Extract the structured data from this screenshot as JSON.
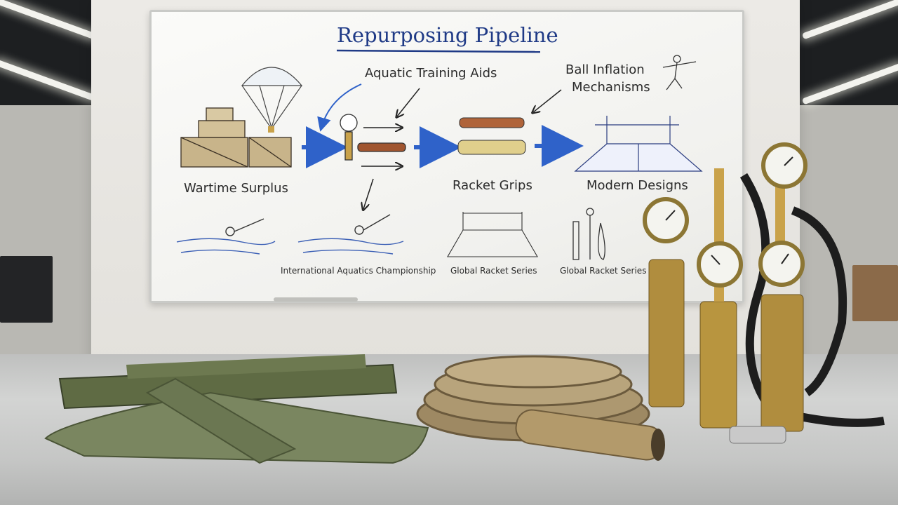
{
  "whiteboard": {
    "title": "Repurposing Pipeline",
    "labels": {
      "aquatic_training_aids": "Aquatic Training Aids",
      "ball_inflation_line1": "Ball Inflation",
      "ball_inflation_line2": "Mechanisms",
      "wartime_surplus": "Wartime Surplus",
      "racket_grips": "Racket Grips",
      "modern_designs": "Modern Designs"
    },
    "captions": {
      "aquatics": "International Aquatics Championship",
      "racket_series_1": "Global Racket Series",
      "racket_series_2": "Global Racket Series"
    }
  },
  "colors": {
    "arrow_blue": "#2f62c9",
    "title_blue": "#1f3a86",
    "olive": "#5f6b44",
    "brass": "#b08d3e",
    "rope": "#a8916a"
  },
  "objects": [
    "olive-canvas-straps",
    "coiled-rope",
    "rope-handle-grip",
    "brass-pressure-gauges"
  ]
}
